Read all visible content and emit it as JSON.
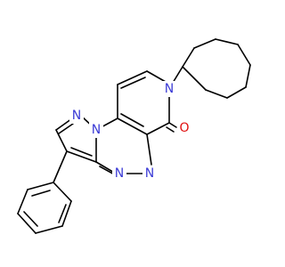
{
  "molecule": {
    "colors": {
      "carbon": "#000000",
      "nitrogen": "#3b3bd6",
      "oxygen": "#e01010",
      "background": "#ffffff"
    },
    "atom_labels": {
      "n_pyridone": "N",
      "n_pyrazole_1": "N",
      "n_pyrazole_2": "N",
      "n_triazine_1": "N",
      "n_triazine_2": "N",
      "oxygen": "O"
    }
  }
}
